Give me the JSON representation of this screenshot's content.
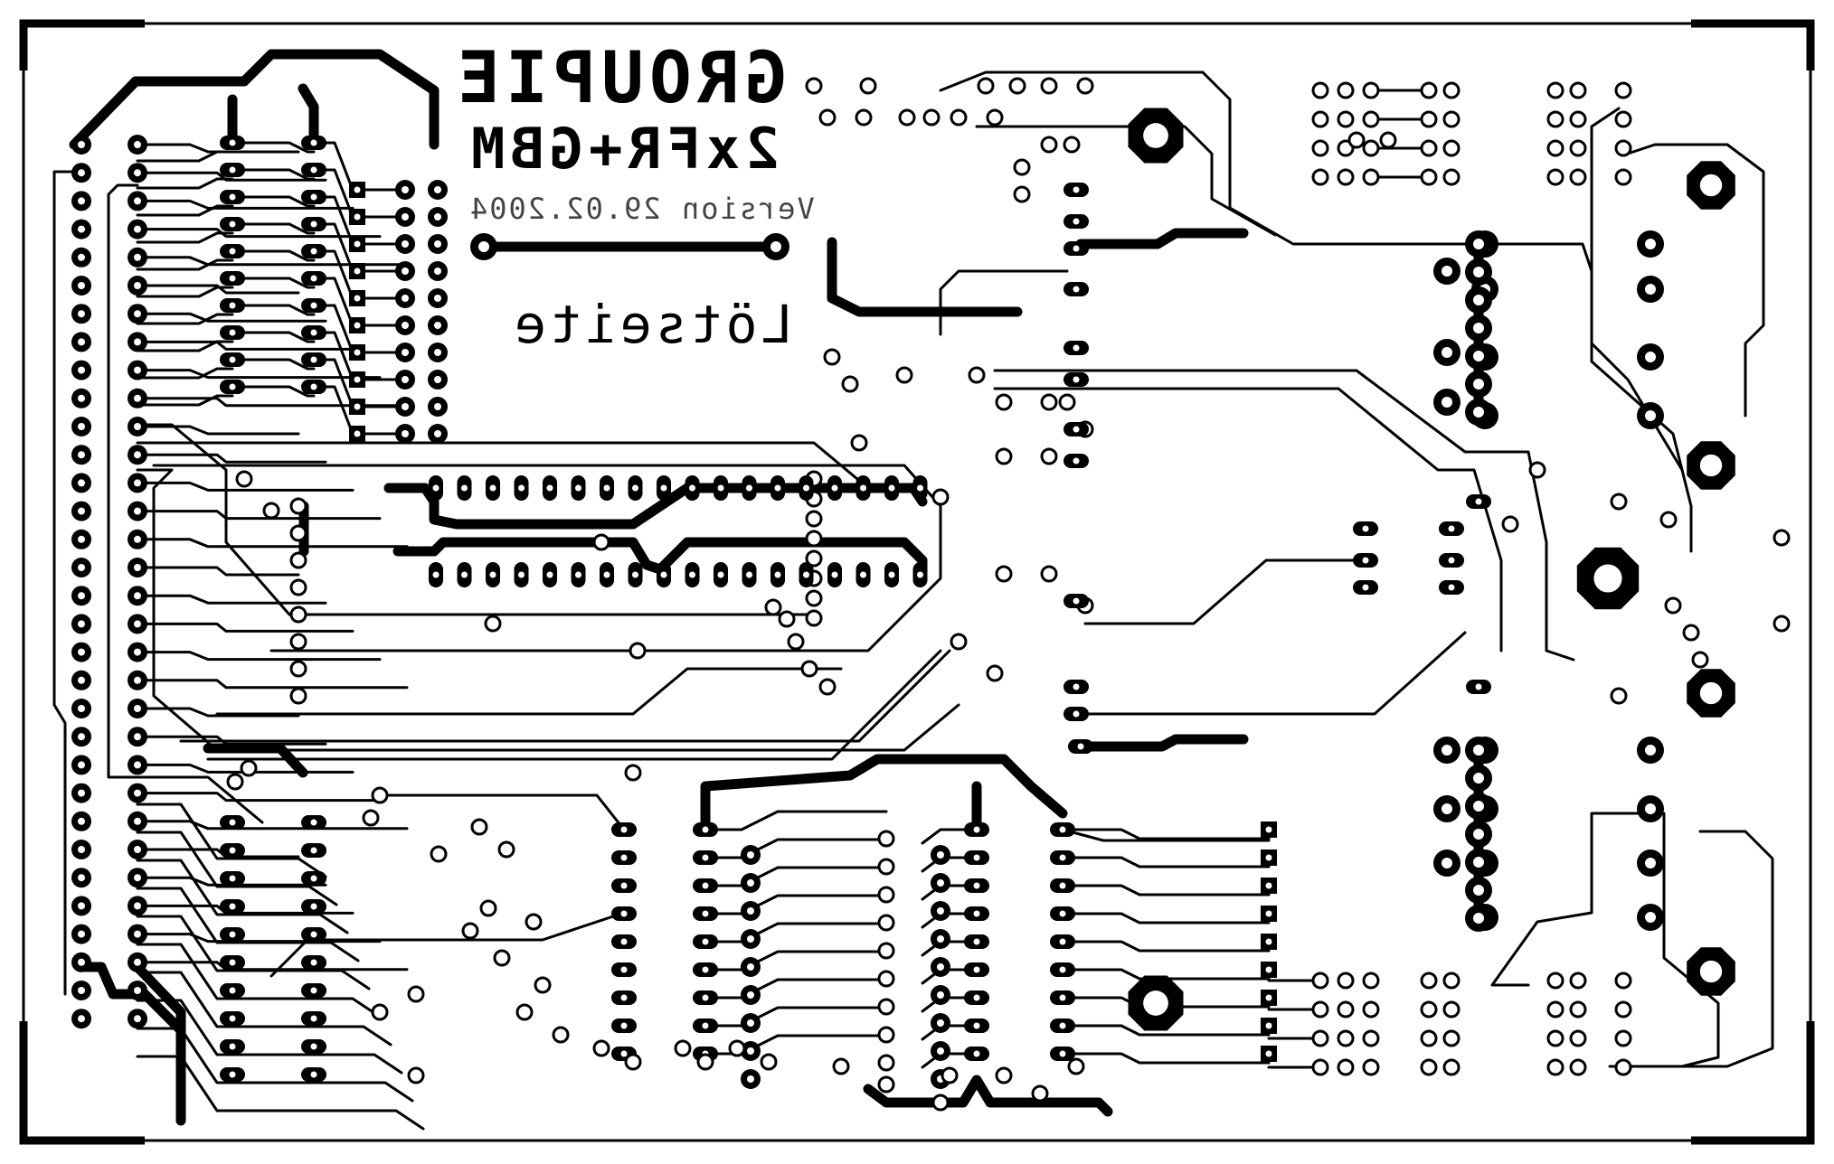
{
  "board": {
    "title": "GROUPIE",
    "subtitle": "2xFR+GBM",
    "version": "Version 29.02.2004",
    "side": "Lötseite"
  },
  "colors": {
    "copper": "#000000",
    "background": "#ffffff"
  }
}
